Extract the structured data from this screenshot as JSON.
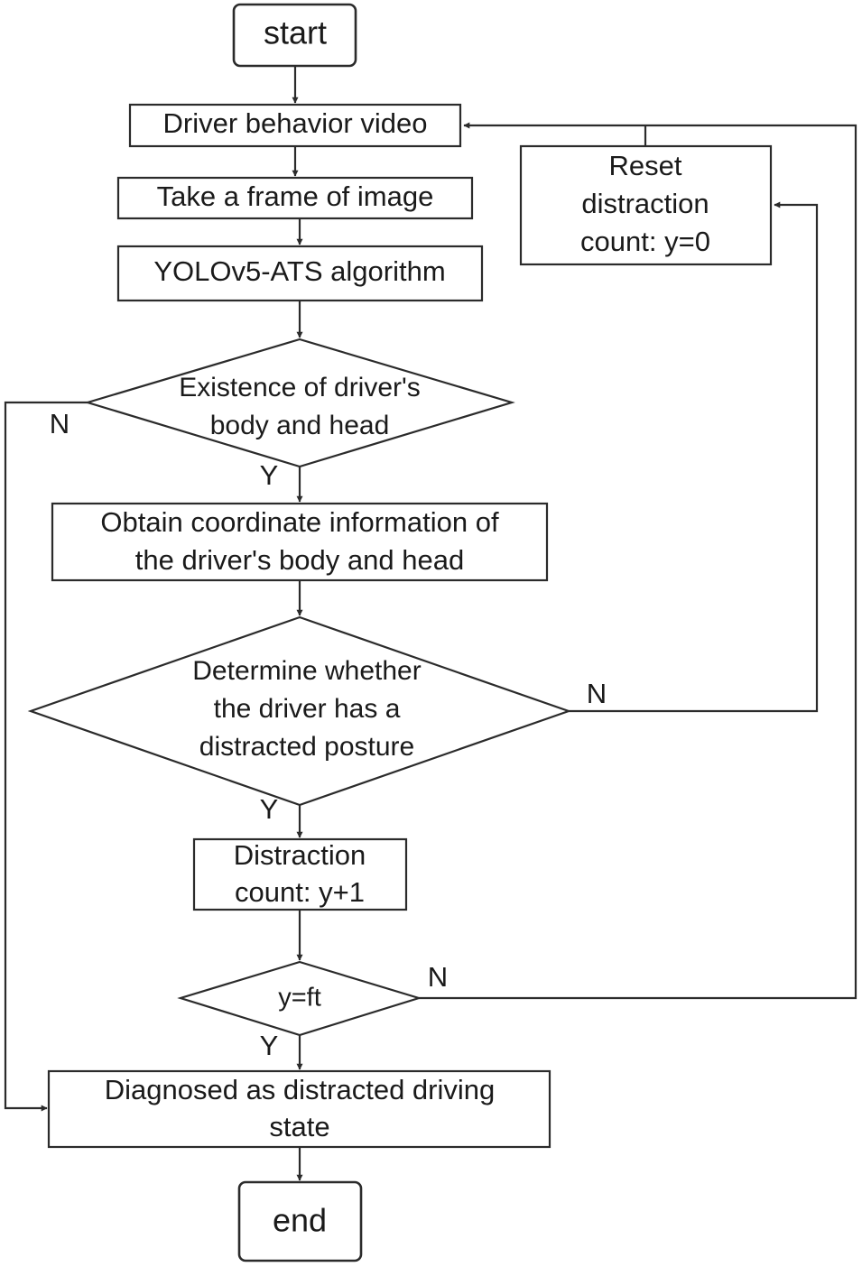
{
  "flowchart": {
    "start": "start",
    "video": "Driver behavior video",
    "frame": "Take a frame of image",
    "algorithm": "YOLOv5-ATS algorithm",
    "exist": [
      "Existence of driver's",
      "body and head"
    ],
    "obtain": [
      "Obtain coordinate information of",
      "the driver's body and head"
    ],
    "determine": [
      "Determine whether",
      "the driver has a",
      "distracted posture"
    ],
    "count": [
      "Distraction",
      "count: y+1"
    ],
    "cond": "y=ft",
    "diagnosed": [
      "Diagnosed as distracted driving",
      "state"
    ],
    "reset": [
      "Reset",
      "distraction",
      "count: y=0"
    ],
    "end": "end",
    "labels": {
      "exist_no": "N",
      "exist_yes": "Y",
      "determine_no": "N",
      "determine_yes": "Y",
      "cond_no": "N",
      "cond_yes": "Y"
    }
  },
  "colors": {
    "line": "#2b2b2b",
    "text": "#1a1a1a",
    "background": "#ffffff"
  }
}
